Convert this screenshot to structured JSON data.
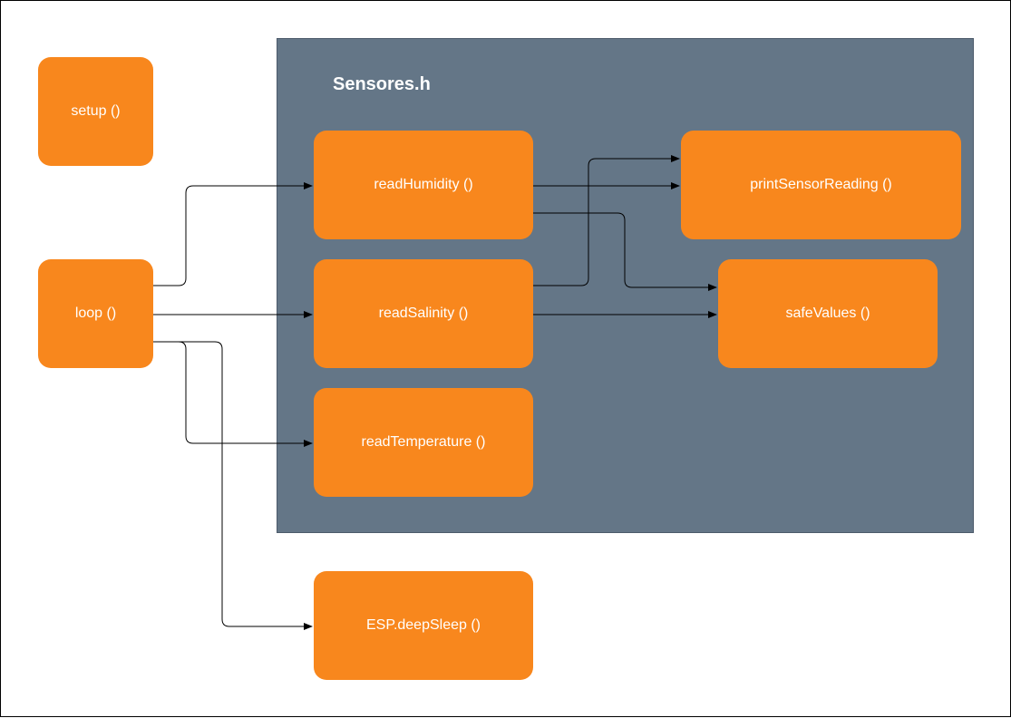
{
  "colors": {
    "node_fill": "#f8871d",
    "group_fill": "#647687",
    "edge": "#000000"
  },
  "group": {
    "title": "Sensores.h"
  },
  "nodes": {
    "setup": "setup ()",
    "loop": "loop ()",
    "read_humidity": "readHumidity ()",
    "read_salinity": "readSalinity ()",
    "read_temperature": "readTemperature ()",
    "print_sensor_reading": "printSensorReading ()",
    "safe_values": "safeValues ()",
    "esp_deep_sleep": "ESP.deepSleep ()"
  },
  "edges": [
    {
      "from": "loop ()",
      "to": "readHumidity ()"
    },
    {
      "from": "loop ()",
      "to": "readSalinity ()"
    },
    {
      "from": "loop ()",
      "to": "readTemperature ()"
    },
    {
      "from": "loop ()",
      "to": "ESP.deepSleep ()"
    },
    {
      "from": "readHumidity ()",
      "to": "printSensorReading ()"
    },
    {
      "from": "readHumidity ()",
      "to": "safeValues ()"
    },
    {
      "from": "readSalinity ()",
      "to": "printSensorReading ()"
    },
    {
      "from": "readSalinity ()",
      "to": "safeValues ()"
    }
  ]
}
